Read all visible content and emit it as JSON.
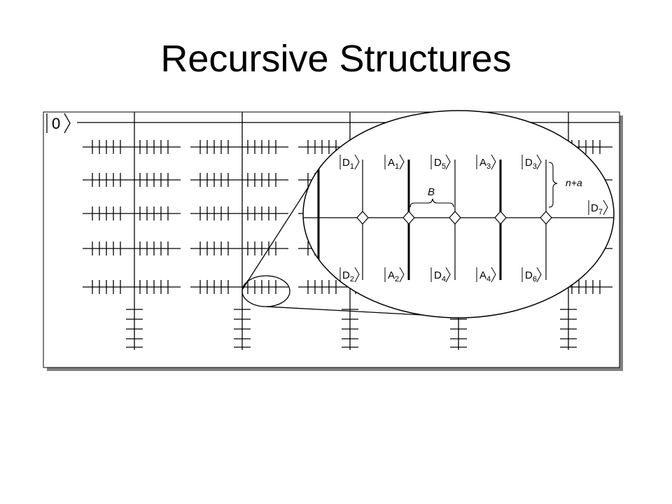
{
  "slide": {
    "title": "Recursive Structures"
  },
  "diagram": {
    "outer_ket": "|0⟩",
    "zoom_labels": {
      "top": [
        {
          "base": "D",
          "sub": "1"
        },
        {
          "base": "A",
          "sub": "1"
        },
        {
          "base": "D",
          "sub": "5"
        },
        {
          "base": "A",
          "sub": "3"
        },
        {
          "base": "D",
          "sub": "3"
        }
      ],
      "bottom": [
        {
          "base": "D",
          "sub": "2"
        },
        {
          "base": "A",
          "sub": "2"
        },
        {
          "base": "D",
          "sub": "4"
        },
        {
          "base": "A",
          "sub": "4"
        },
        {
          "base": "D",
          "sub": "6"
        }
      ],
      "right": {
        "base": "D",
        "sub": "7"
      }
    },
    "brace_b_label": "B",
    "brace_na_label": "n+a"
  }
}
